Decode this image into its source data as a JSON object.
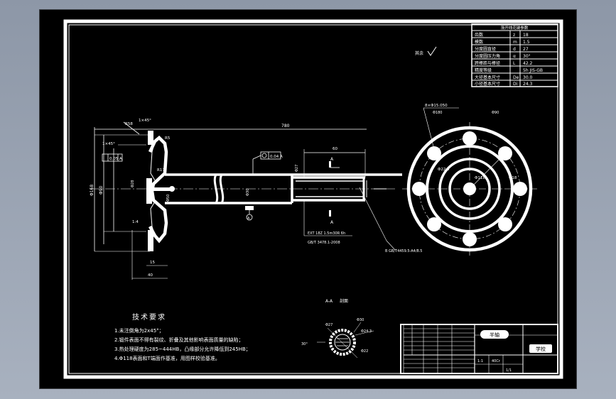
{
  "spline_table": {
    "title": "渐开线花键参数",
    "rows": [
      {
        "name": "齿数",
        "sym": "z",
        "value": "18"
      },
      {
        "name": "模数",
        "sym": "m",
        "value": "1.5"
      },
      {
        "name": "分度圆直径",
        "sym": "d",
        "value": "27"
      },
      {
        "name": "分度圆压力角",
        "sym": "α",
        "value": "30°"
      },
      {
        "name": "跨棒距与棒径",
        "sym": "L",
        "value": "42.2"
      },
      {
        "name": "精度等级",
        "sym": "",
        "value": "5h JIS-GB"
      },
      {
        "name": "大径基本尺寸",
        "sym": "De",
        "value": "30.0"
      },
      {
        "name": "小径基本尺寸",
        "sym": "Di",
        "value": "24.3"
      }
    ]
  },
  "roughness_note": "其余",
  "dimensions": {
    "total_length": "780",
    "spline_length": "60",
    "shaft_dia_right": "Φ30",
    "flange_dia_outer": "Φ180",
    "flange_dia_inner": "Φ90",
    "bolt_circle": "Φ118",
    "bolt_holes": "8×Φ15.050",
    "hole_dia": "Φ18",
    "hub_dia": "Φ28",
    "center_dia": "Φ22.5",
    "radius_top": "R58",
    "radius_small": "R5",
    "radius_mid": "R17",
    "chamfer_top": "1×45°",
    "chamfer_left": "1×45°",
    "taper": "1:4",
    "flange_thickness": "15",
    "bottom_len": "40",
    "shaft_mid_dia": "Φ50",
    "left_dia_1": "Φ168",
    "left_dia_2": "Φ90",
    "spline_top": "Φ27",
    "gdt_runout": "0.05 A",
    "gdt_perp": "0.04 A",
    "datum": "A",
    "spline_note_1": "EXT 18Z 1.5m30R 6h",
    "spline_note_2": "GB/T 3478.1-2008",
    "center_hole": "B GB/T4459.5-A4/8.5",
    "section_mark_a": "A"
  },
  "section_view": {
    "label": "A-A",
    "label2": "剖面",
    "d1": "Φ27",
    "d2": "Φ30",
    "d3": "Φ24.3",
    "d4": "30°",
    "d5": "Φ22"
  },
  "tech_requirements": {
    "title": "技术要求",
    "items": [
      "1.未注倒角为2x45°；",
      "2.锻件表面不得有裂纹、折叠及其他影响表面质量的缺陷；",
      "3.热处理硬度为285~444HB，凸缘部分允许降低到245HB；",
      "4.Φ118表面和T端面作基准，用图样校验基准。"
    ]
  },
  "title_block": {
    "drawing_name": "半轴",
    "school": "学校",
    "scale": "1:1",
    "material": "40Cr",
    "sheet": "1/1"
  }
}
